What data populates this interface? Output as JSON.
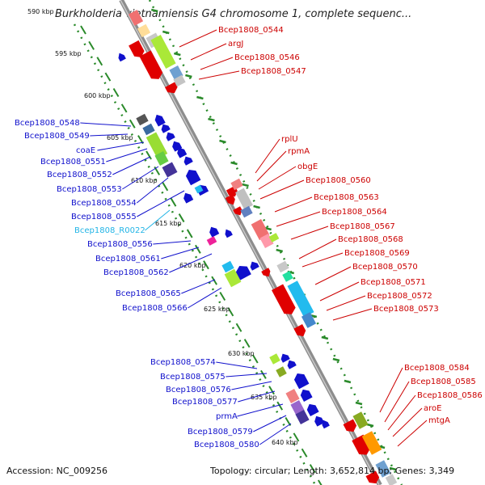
{
  "title": "Burkholderia vietnamiensis G4 chromosome 1, complete sequenc...",
  "footer": {
    "accession": "Accession: NC_009256",
    "summary": "Topology: circular; Length: 3,652,814 bp; Genes: 3,349"
  },
  "scale_labels": [
    "590 kbp",
    "595 kbp",
    "600 kbp",
    "605 kbp",
    "610 kbp",
    "615 kbp",
    "620 kbp",
    "625 kbp",
    "630 kbp",
    "635 kbp",
    "640 kbp"
  ],
  "left_labels": [
    {
      "text": "Bcep1808_0548",
      "color": "#1010cc"
    },
    {
      "text": "Bcep1808_0549",
      "color": "#1010cc"
    },
    {
      "text": "coaE",
      "color": "#1010cc"
    },
    {
      "text": "Bcep1808_0551",
      "color": "#1010cc"
    },
    {
      "text": "Bcep1808_0552",
      "color": "#1010cc"
    },
    {
      "text": "Bcep1808_0553",
      "color": "#1010cc"
    },
    {
      "text": "Bcep1808_0554",
      "color": "#1010cc"
    },
    {
      "text": "Bcep1808_0555",
      "color": "#1010cc"
    },
    {
      "text": "Bcep1808_R0022",
      "color": "#21b4e6"
    },
    {
      "text": "Bcep1808_0556",
      "color": "#1010cc"
    },
    {
      "text": "Bcep1808_0561",
      "color": "#1010cc"
    },
    {
      "text": "Bcep1808_0562",
      "color": "#1010cc"
    },
    {
      "text": "Bcep1808_0565",
      "color": "#1010cc"
    },
    {
      "text": "Bcep1808_0566",
      "color": "#1010cc"
    },
    {
      "text": "Bcep1808_0574",
      "color": "#1010cc"
    },
    {
      "text": "Bcep1808_0575",
      "color": "#1010cc"
    },
    {
      "text": "Bcep1808_0576",
      "color": "#1010cc"
    },
    {
      "text": "Bcep1808_0577",
      "color": "#1010cc"
    },
    {
      "text": "prmA",
      "color": "#1010cc"
    },
    {
      "text": "Bcep1808_0579",
      "color": "#1010cc"
    },
    {
      "text": "Bcep1808_0580",
      "color": "#1010cc"
    }
  ],
  "right_labels": [
    {
      "text": "Bcep1808_0544",
      "color": "#cc0000"
    },
    {
      "text": "argJ",
      "color": "#cc0000"
    },
    {
      "text": "Bcep1808_0546",
      "color": "#cc0000"
    },
    {
      "text": "Bcep1808_0547",
      "color": "#cc0000"
    },
    {
      "text": "rplU",
      "color": "#cc0000"
    },
    {
      "text": "rpmA",
      "color": "#cc0000"
    },
    {
      "text": "obgE",
      "color": "#cc0000"
    },
    {
      "text": "Bcep1808_0560",
      "color": "#cc0000"
    },
    {
      "text": "Bcep1808_0563",
      "color": "#cc0000"
    },
    {
      "text": "Bcep1808_0564",
      "color": "#cc0000"
    },
    {
      "text": "Bcep1808_0567",
      "color": "#cc0000"
    },
    {
      "text": "Bcep1808_0568",
      "color": "#cc0000"
    },
    {
      "text": "Bcep1808_0569",
      "color": "#cc0000"
    },
    {
      "text": "Bcep1808_0570",
      "color": "#cc0000"
    },
    {
      "text": "Bcep1808_0571",
      "color": "#cc0000"
    },
    {
      "text": "Bcep1808_0572",
      "color": "#cc0000"
    },
    {
      "text": "Bcep1808_0573",
      "color": "#cc0000"
    },
    {
      "text": "Bcep1808_0584",
      "color": "#cc0000"
    },
    {
      "text": "Bcep1808_0585",
      "color": "#cc0000"
    },
    {
      "text": "Bcep1808_0586",
      "color": "#cc0000"
    },
    {
      "text": "aroE",
      "color": "#cc0000"
    },
    {
      "text": "mtgA",
      "color": "#cc0000"
    }
  ],
  "colors": {
    "forward_strand": "#e00000",
    "reverse_strand": "#1010cc",
    "rna": "#21b4e6",
    "backbone": "#888888",
    "tick_marks": "#2a8a2a"
  }
}
